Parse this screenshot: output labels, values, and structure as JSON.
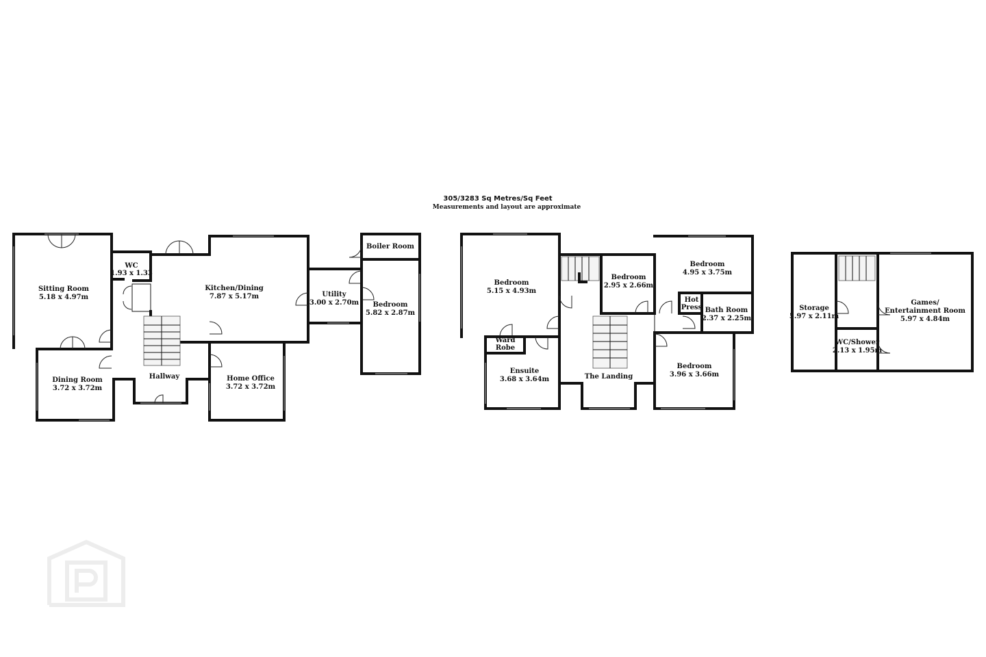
{
  "header": {
    "area": "305/3283 Sq Metres/Sq Feet",
    "note": "Measurements and layout are approximate"
  },
  "ground_floor": {
    "sitting_room": {
      "name": "Sitting Room",
      "size": "5.18 x 4.97m"
    },
    "wc": {
      "name": "WC",
      "size": "1.93 x 1.33"
    },
    "kitchen": {
      "name": "Kitchen/Dining",
      "size": "7.87 x 5.17m"
    },
    "utility": {
      "name": "Utility",
      "size": "3.00 x 2.70m"
    },
    "boiler_room": {
      "name": "Boiler Room"
    },
    "bedroom": {
      "name": "Bedroom",
      "size": "5.82 x 2.87m"
    },
    "dining_room": {
      "name": "Dining Room",
      "size": "3.72 x 3.72m"
    },
    "hallway": {
      "name": "Hallway"
    },
    "home_office": {
      "name": "Home Office",
      "size": "3.72 x 3.72m"
    }
  },
  "first_floor": {
    "bedroom_1": {
      "name": "Bedroom",
      "size": "5.15 x 4.93m"
    },
    "bedroom_2": {
      "name": "Bedroom",
      "size": "2.95 x 2.66m"
    },
    "bedroom_3": {
      "name": "Bedroom",
      "size": "4.95 x 3.75m"
    },
    "hot_press": {
      "line1": "Hot",
      "line2": "Press"
    },
    "bath_room": {
      "name": "Bath Room",
      "size": "2.37 x 2.25m"
    },
    "ward_robe": {
      "line1": "Ward",
      "line2": "Robe"
    },
    "ensuite": {
      "name": "Ensuite",
      "size": "3.68 x 3.64m"
    },
    "landing": {
      "name": "The Landing"
    },
    "bedroom_4": {
      "name": "Bedroom",
      "size": "3.96 x 3.66m"
    }
  },
  "second_floor": {
    "storage": {
      "name": "Storage",
      "size": "5.97 x 2.11m"
    },
    "games": {
      "line1": "Games/",
      "line2": "Entertainment Room",
      "size": "5.97 x 4.84m"
    },
    "wc_shower": {
      "name": "WC/Shower",
      "size": "2.13 x 1.95m"
    }
  },
  "watermark": {
    "letter": "P",
    "icon": "house-logo-icon"
  }
}
